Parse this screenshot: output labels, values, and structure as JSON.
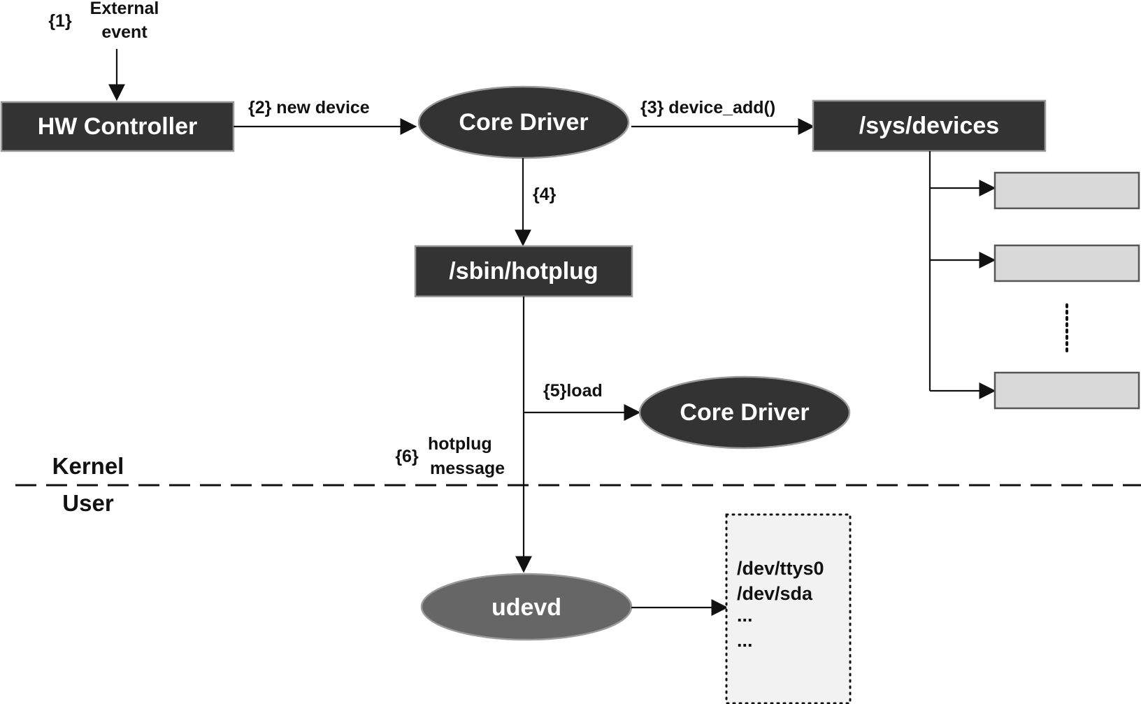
{
  "labels": {
    "step1_num": "{1}",
    "step1_line1": "External",
    "step1_line2": "event",
    "step2": "{2}  new device",
    "step3": "{3}  device_add()",
    "step4": "{4}",
    "step5": "{5}load",
    "step6_num": "{6}",
    "step6_line1": "hotplug",
    "step6_line2": "message"
  },
  "nodes": {
    "hw_controller": "HW Controller",
    "core_driver_top": "Core Driver",
    "sys_devices": "/sys/devices",
    "sbin_hotplug": "/sbin/hotplug",
    "core_driver_loaded": "Core Driver",
    "udevd": "udevd"
  },
  "boundary": {
    "kernel": "Kernel",
    "user": "User"
  },
  "dev_files": [
    "/dev/ttys0",
    "/dev/sda",
    "...",
    "..."
  ],
  "colors": {
    "dark_node": "#333333",
    "udevd_node": "#666666",
    "sys_child": "#d9d9d9",
    "dev_box": "#f2f2f2"
  }
}
